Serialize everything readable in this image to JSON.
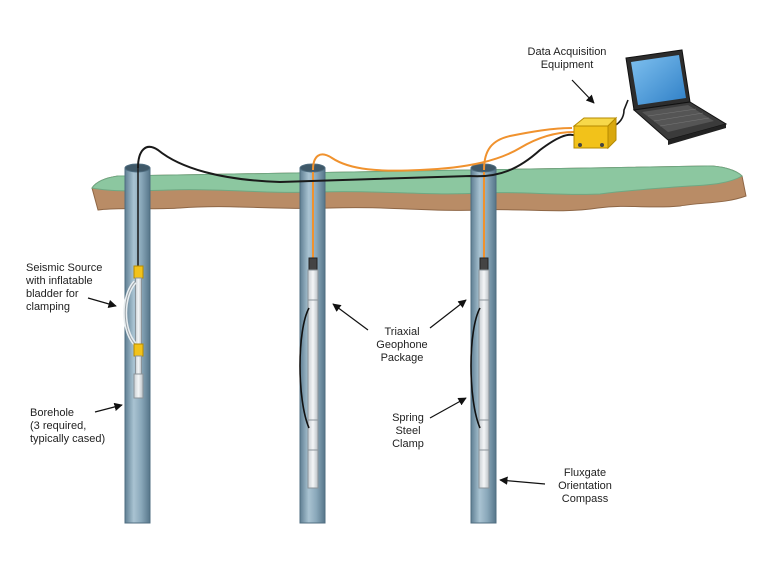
{
  "labels": {
    "data_acquisition": "Data Acquisition\nEquipment",
    "seismic_source": "Seismic Source\nwith inflatable\nbladder for\nclamping",
    "borehole": "Borehole\n(3 required,\ntypically cased)",
    "triaxial": "Triaxial\nGeophone\nPackage",
    "spring_clamp": "Spring\nSteel\nClamp",
    "fluxgate": "Fluxgate\nOrientation\nCompass"
  },
  "colors": {
    "pipe": "#7f9fb2",
    "ground_top": "#8cc7a0",
    "soil": "#b98c66",
    "cable_orange": "#f0922e",
    "box_yellow": "#f2c21a",
    "laptop_screen": "#4f9fdd"
  },
  "icons": [
    "laptop-icon",
    "junction-box-icon"
  ]
}
